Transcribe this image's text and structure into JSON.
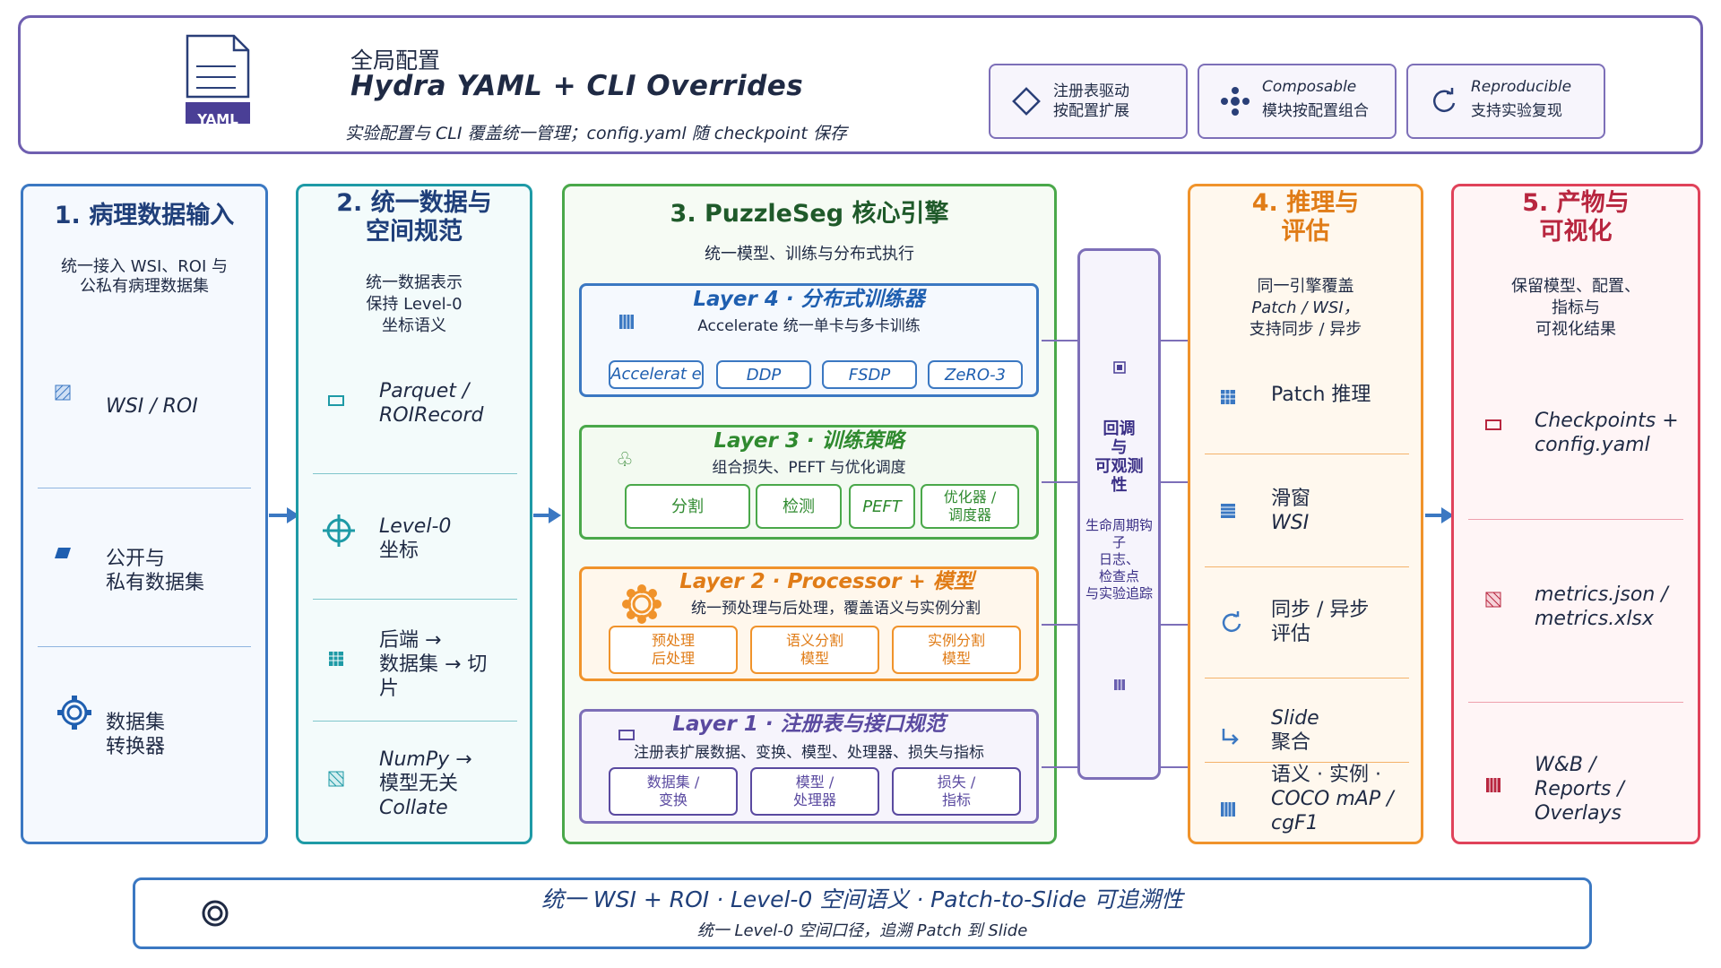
{
  "config": {
    "yaml_badge": "YAML",
    "title_cn": "全局配置",
    "title_en": "Hydra YAML + CLI Overrides",
    "subtitle": "实验配置与 CLI 覆盖统一管理；config.yaml 随 checkpoint 保存",
    "features": [
      {
        "icon": "diamond-icon",
        "line1": "注册表驱动",
        "line2": "按配置扩展"
      },
      {
        "icon": "composable-icon",
        "line1": "Composable",
        "line2": "模块按配置组合"
      },
      {
        "icon": "refresh-icon",
        "line1": "Reproducible",
        "line2": "支持实验复现"
      }
    ]
  },
  "col1": {
    "title": "1. 病理数据输入",
    "sub1": "统一接入 WSI、ROI 与",
    "sub2": "公私有病理数据集",
    "items": [
      {
        "icon": "hatched-square-icon",
        "line1": "WSI / ROI",
        "line2": ""
      },
      {
        "icon": "parallelogram-icon",
        "line1": "公开与",
        "line2": "私有数据集"
      },
      {
        "icon": "gear-icon",
        "line1": "数据集",
        "line2": "转换器"
      }
    ]
  },
  "col2": {
    "title1": "2. 统一数据与",
    "title2": "空间规范",
    "sub1": "统一数据表示",
    "sub2": "保持 Level-0",
    "sub3": "坐标语义",
    "items": [
      {
        "icon": "rectangle-icon",
        "line1": "Parquet /",
        "line2": "ROIRecord",
        "line3": ""
      },
      {
        "icon": "crosshair-icon",
        "line1": "Level-0",
        "line2": "坐标",
        "line3": ""
      },
      {
        "icon": "grid-icon",
        "line1": "后端 →",
        "line2": "数据集 → 切",
        "line3": "片"
      },
      {
        "icon": "hatched-square-icon",
        "line1": "NumPy →",
        "line2": "模型无关",
        "line3": "Collate"
      }
    ]
  },
  "col3": {
    "title": "3. PuzzleSeg 核心引擎",
    "sub": "统一模型、训练与分布式执行",
    "layer4": {
      "title": "Layer 4 · 分布式训练器",
      "sub": "Accelerate 统一单卡与多卡训练",
      "chips": [
        "Accelerat e",
        "DDP",
        "FSDP",
        "ZeRO-3"
      ]
    },
    "layer3": {
      "title": "Layer 3 · 训练策略",
      "sub": "组合损失、PEFT 与优化调度",
      "chips": [
        "分割",
        "检测",
        "PEFT",
        "优化器 /",
        "调度器"
      ]
    },
    "layer2": {
      "title": "Layer 2 · Processor + 模型",
      "sub": "统一预处理与后处理，覆盖语义与实例分割",
      "chips": [
        {
          "l1": "预处理",
          "l2": "后处理"
        },
        {
          "l1": "语义分割",
          "l2": "模型"
        },
        {
          "l1": "实例分割",
          "l2": "模型"
        }
      ]
    },
    "layer1": {
      "title": "Layer 1 · 注册表与接口规范",
      "sub": "注册表扩展数据、变换、模型、处理器、损失与指标",
      "chips": [
        {
          "l1": "数据集 /",
          "l2": "变换"
        },
        {
          "l1": "模型 /",
          "l2": "处理器"
        },
        {
          "l1": "损失 /",
          "l2": "指标"
        }
      ]
    },
    "callback": {
      "title1": "回调",
      "title2": "与",
      "title3": "可观测",
      "title4": "性",
      "desc1": "生命周期钩",
      "desc2": "子",
      "desc3": "日志、",
      "desc4": "检查点",
      "desc5": "与实验追踪"
    }
  },
  "col4": {
    "title1": "4. 推理与",
    "title2": "评估",
    "sub1": "同一引擎覆盖",
    "sub2": "Patch / WSI，",
    "sub3": "支持同步 / 异步",
    "items": [
      {
        "icon": "grid-icon",
        "line1": "Patch 推理",
        "line2": "",
        "line3": ""
      },
      {
        "icon": "lines-icon",
        "line1": "滑窗",
        "line2": "WSI",
        "line3": ""
      },
      {
        "icon": "refresh-icon",
        "line1": "同步 / 异步",
        "line2": "评估",
        "line3": ""
      },
      {
        "icon": "return-arrow-icon",
        "line1": "Slide",
        "line2": "聚合",
        "line3": ""
      },
      {
        "icon": "grid-icon",
        "line1": "语义 · 实例 ·",
        "line2": "COCO mAP /",
        "line3": "cgF1"
      }
    ]
  },
  "col5": {
    "title1": "5. 产物与",
    "title2": "可视化",
    "sub1": "保留模型、配置、",
    "sub2": "指标与",
    "sub3": "可视化结果",
    "items": [
      {
        "icon": "rectangle-icon",
        "line1": "Checkpoints +",
        "line2": "config.yaml",
        "line3": ""
      },
      {
        "icon": "hatched-square-icon",
        "line1": "metrics.json /",
        "line2": "metrics.xlsx",
        "line3": ""
      },
      {
        "icon": "grid-icon",
        "line1": "W&B /",
        "line2": "Reports /",
        "line3": "Overlays"
      }
    ]
  },
  "bottom": {
    "title": "统一 WSI + ROI · Level-0 空间语义 · Patch-to-Slide 可追溯性",
    "sub": "统一 Level-0 空间口径，追溯 Patch 到 Slide"
  }
}
